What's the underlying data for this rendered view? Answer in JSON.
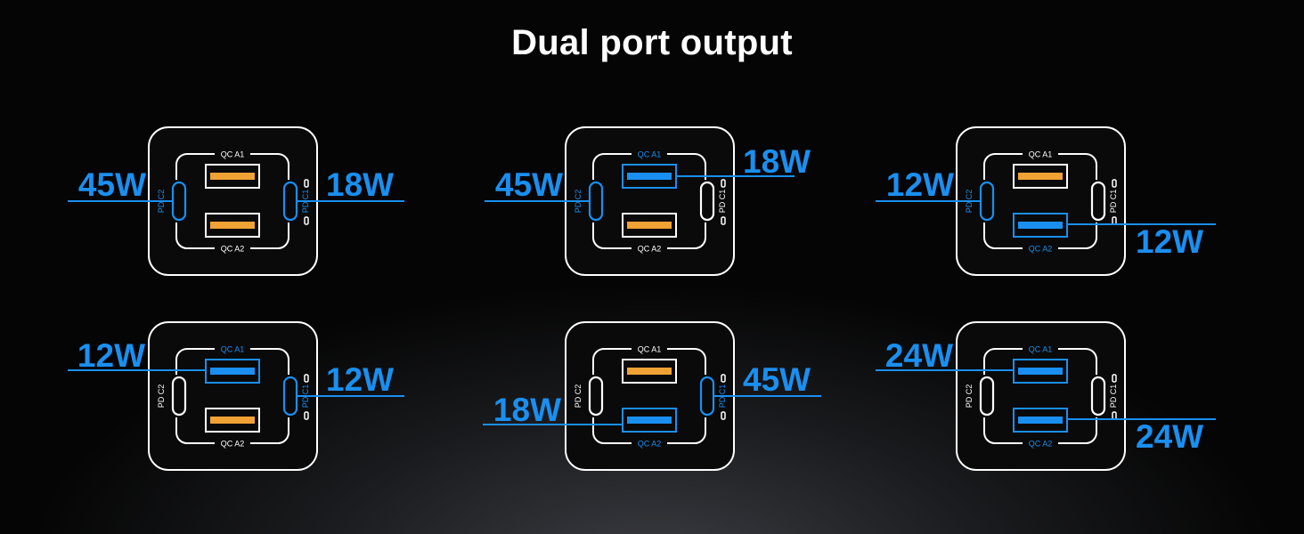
{
  "title": "Dual port output",
  "colors": {
    "active": "#1a8ff0",
    "usb_a_fill": "#f0a234",
    "outline": "#ffffff"
  },
  "port_labels": {
    "A1": "QC A1",
    "A2": "QC A2",
    "C1": "PD C1",
    "C2": "PD C2"
  },
  "configs": [
    {
      "outputs": [
        {
          "port": "C2",
          "watts": "45W",
          "side": "left"
        },
        {
          "port": "C1",
          "watts": "18W",
          "side": "right"
        }
      ]
    },
    {
      "outputs": [
        {
          "port": "C2",
          "watts": "45W",
          "side": "left"
        },
        {
          "port": "A1",
          "watts": "18W",
          "side": "right"
        }
      ]
    },
    {
      "outputs": [
        {
          "port": "C2",
          "watts": "12W",
          "side": "left"
        },
        {
          "port": "A2",
          "watts": "12W",
          "side": "right"
        }
      ]
    },
    {
      "outputs": [
        {
          "port": "A1",
          "watts": "12W",
          "side": "left"
        },
        {
          "port": "C1",
          "watts": "12W",
          "side": "right"
        }
      ]
    },
    {
      "outputs": [
        {
          "port": "A2",
          "watts": "18W",
          "side": "left"
        },
        {
          "port": "C1",
          "watts": "45W",
          "side": "right"
        }
      ]
    },
    {
      "outputs": [
        {
          "port": "A1",
          "watts": "24W",
          "side": "left"
        },
        {
          "port": "A2",
          "watts": "24W",
          "side": "right"
        }
      ]
    }
  ]
}
